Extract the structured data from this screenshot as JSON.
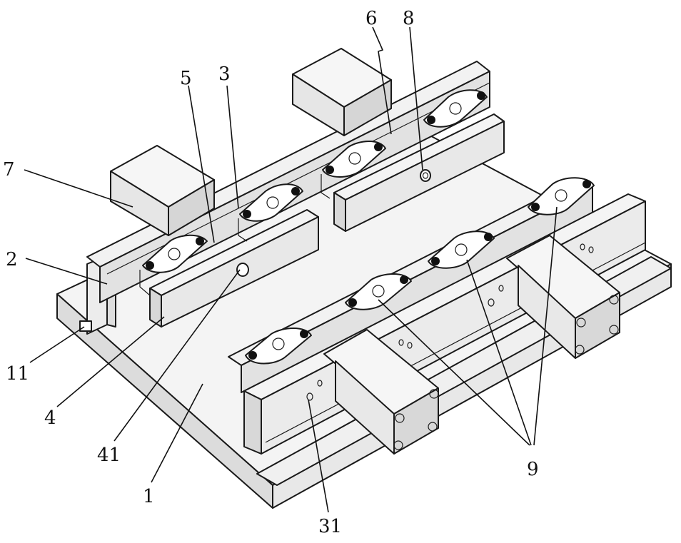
{
  "figure": {
    "labels": {
      "base_plate": "1",
      "left_stop": "2",
      "rear_fixture": "3",
      "front_clamp": "4",
      "pressure_pad": "5",
      "link_plate": "6",
      "cylinder": "7",
      "clamp_hole": "8",
      "chain_links": "9",
      "positioning_block": "11",
      "rear_hole": "31",
      "front_hole": "41"
    },
    "colors": {
      "line": "#1a1a1a",
      "face_light": "#f4f4f4",
      "face_mid": "#e6e6e6",
      "face_dark": "#d4d4d4",
      "background": "#ffffff"
    }
  }
}
